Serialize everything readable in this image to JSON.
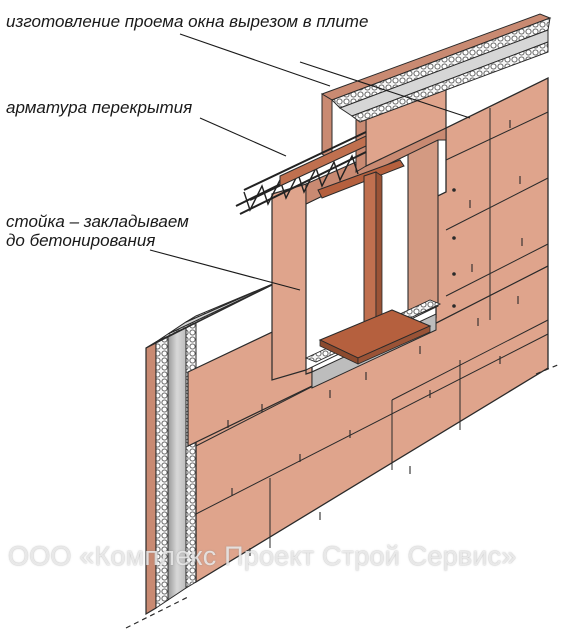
{
  "labels": {
    "opening": "изготовление проема окна вырезом в плите",
    "rebar": "арматура перекрытия",
    "post_line1": "стойка – закладываем",
    "post_line2": "до бетонирования"
  },
  "watermark": "ООО «Комплекс Проект Строй Сервис»",
  "colors": {
    "panel_face": "#dfa48c",
    "panel_side": "#c98a72",
    "post": "#c0704f",
    "sill_plate": "#b5603e",
    "opening_gray": "#bdbdbd",
    "concrete_core": "#e6e6e6",
    "outline": "#2a2a2a"
  }
}
